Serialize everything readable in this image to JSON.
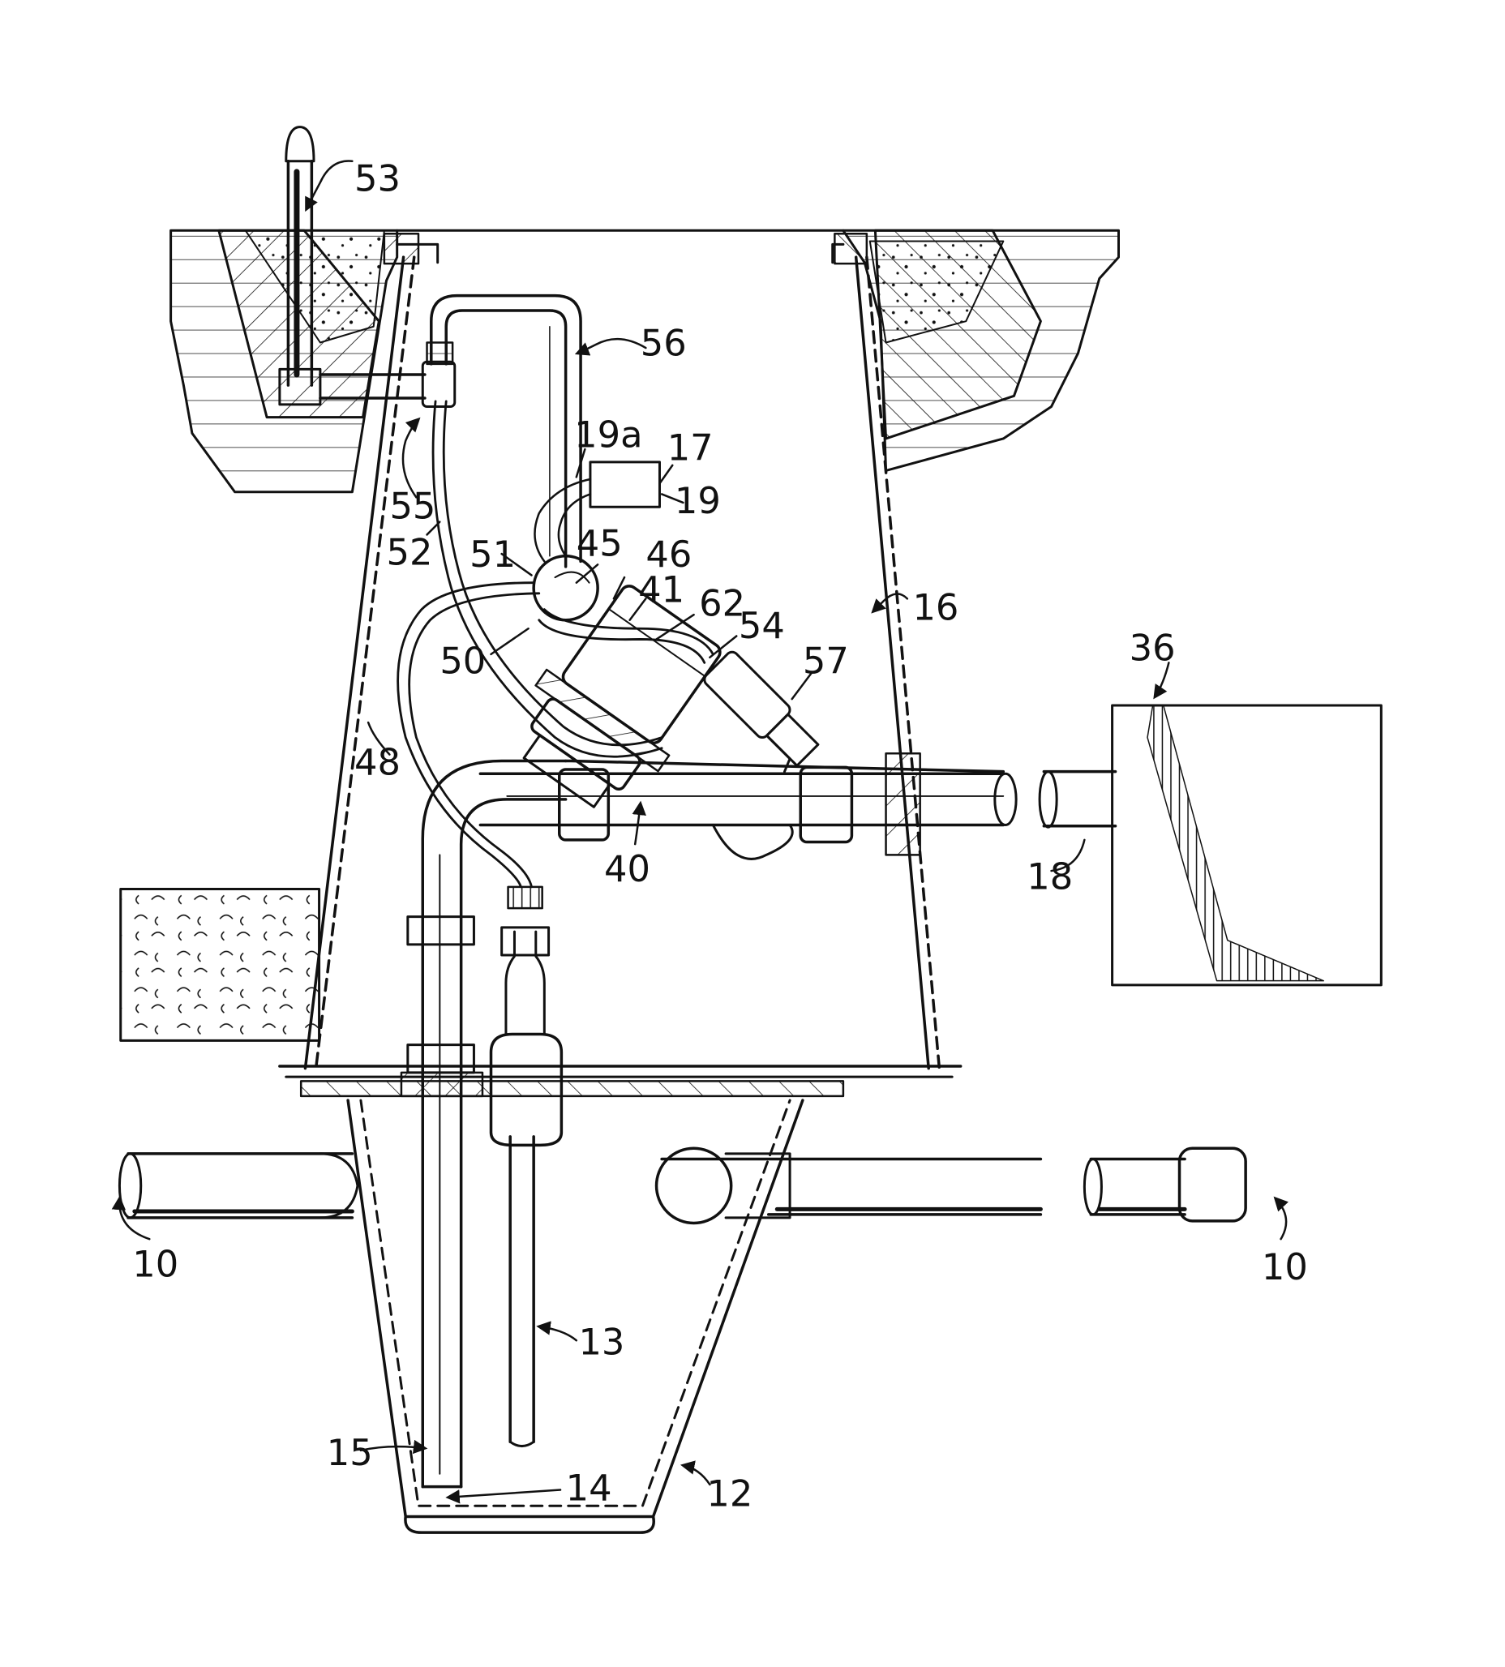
{
  "figure": {
    "ink_color": "#111111",
    "background": "#ffffff",
    "reference_numerals": {
      "n53": "53",
      "n56": "56",
      "n19a": "19a",
      "n17": "17",
      "n19": "19",
      "n55": "55",
      "n52": "52",
      "n51": "51",
      "n45": "45",
      "n46": "46",
      "n41": "41",
      "n62": "62",
      "n54": "54",
      "n16": "16",
      "n50": "50",
      "n57": "57",
      "n36": "36",
      "n48": "48",
      "n40": "40",
      "n18": "18",
      "n10_left": "10",
      "n10_right": "10",
      "n13": "13",
      "n15": "15",
      "n14": "14",
      "n12": "12"
    }
  }
}
